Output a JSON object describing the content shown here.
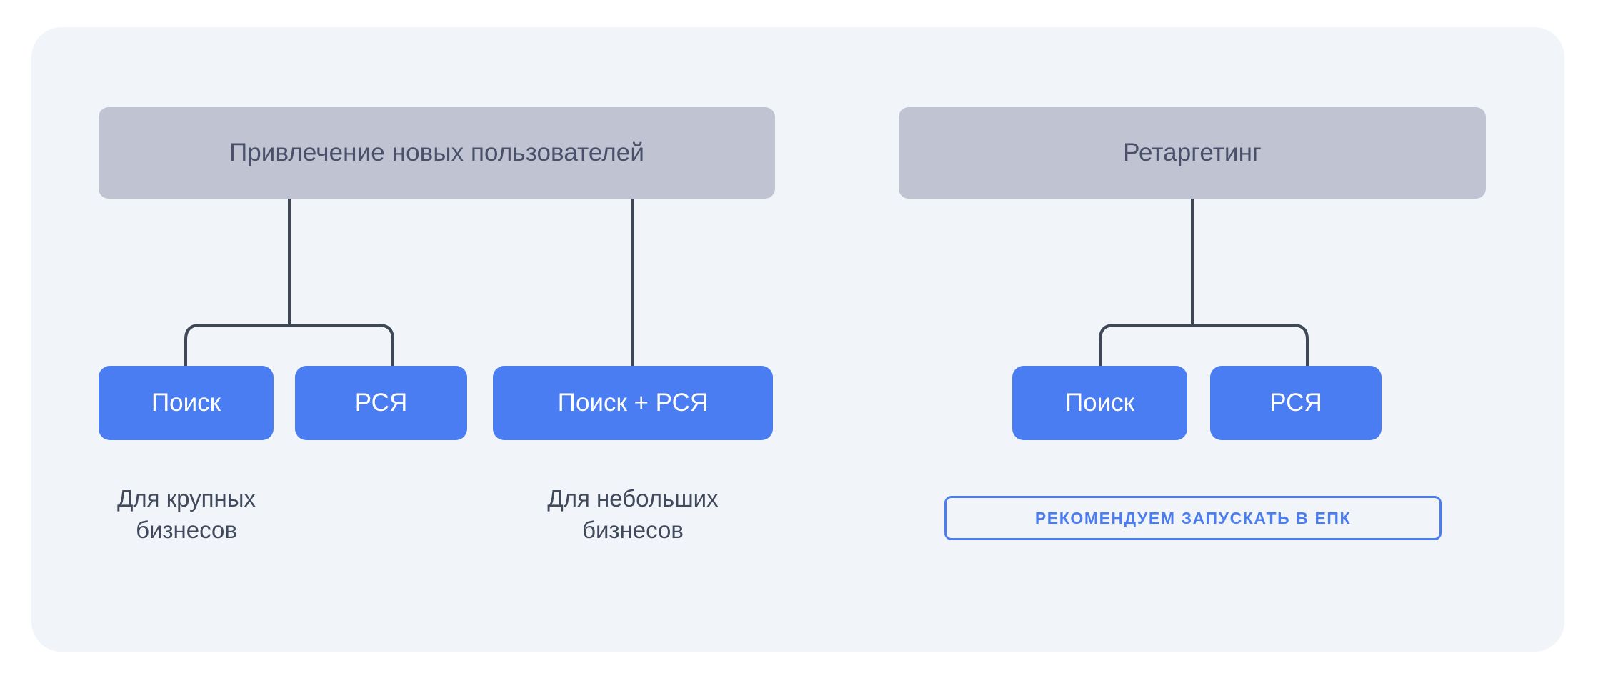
{
  "diagram": {
    "title_visible": false,
    "colors": {
      "card_background": "#f1f4f9",
      "group_box": "#bfc3d2",
      "group_text": "#49516a",
      "chip": "#4a7df2",
      "chip_text": "#ffffff",
      "caption_text": "#414a5c",
      "connector_line": "#3e4857",
      "badge_border": "#4a7df2",
      "badge_text": "#4a7df2"
    },
    "groups": [
      {
        "id": "acquisition",
        "label": "Привлечение новых пользователей",
        "branches": [
          {
            "id": "large-business",
            "chips": [
              "Поиск",
              "РСЯ"
            ],
            "caption": "Для крупных\nбизнесов"
          },
          {
            "id": "small-business",
            "chips": [
              "Поиск + РСЯ"
            ],
            "caption": "Для небольших\nбизнесов"
          }
        ]
      },
      {
        "id": "retargeting",
        "label": "Ретаргетинг",
        "branches": [
          {
            "id": "retargeting-channels",
            "chips": [
              "Поиск",
              "РСЯ"
            ],
            "caption": ""
          }
        ],
        "badge": "РЕКОМЕНДУЕМ ЗАПУСКАТЬ В ЕПК"
      }
    ],
    "chips": {
      "search_left": "Поиск",
      "rsya_left": "РСЯ",
      "search_plus_rsya": "Поиск + РСЯ",
      "search_right": "Поиск",
      "rsya_right": "РСЯ"
    },
    "captions": {
      "large_business": "Для крупных\nбизнесов",
      "small_business": "Для небольших\nбизнесов"
    },
    "badge": {
      "label": "РЕКОМЕНДУЕМ ЗАПУСКАТЬ В ЕПК"
    }
  }
}
